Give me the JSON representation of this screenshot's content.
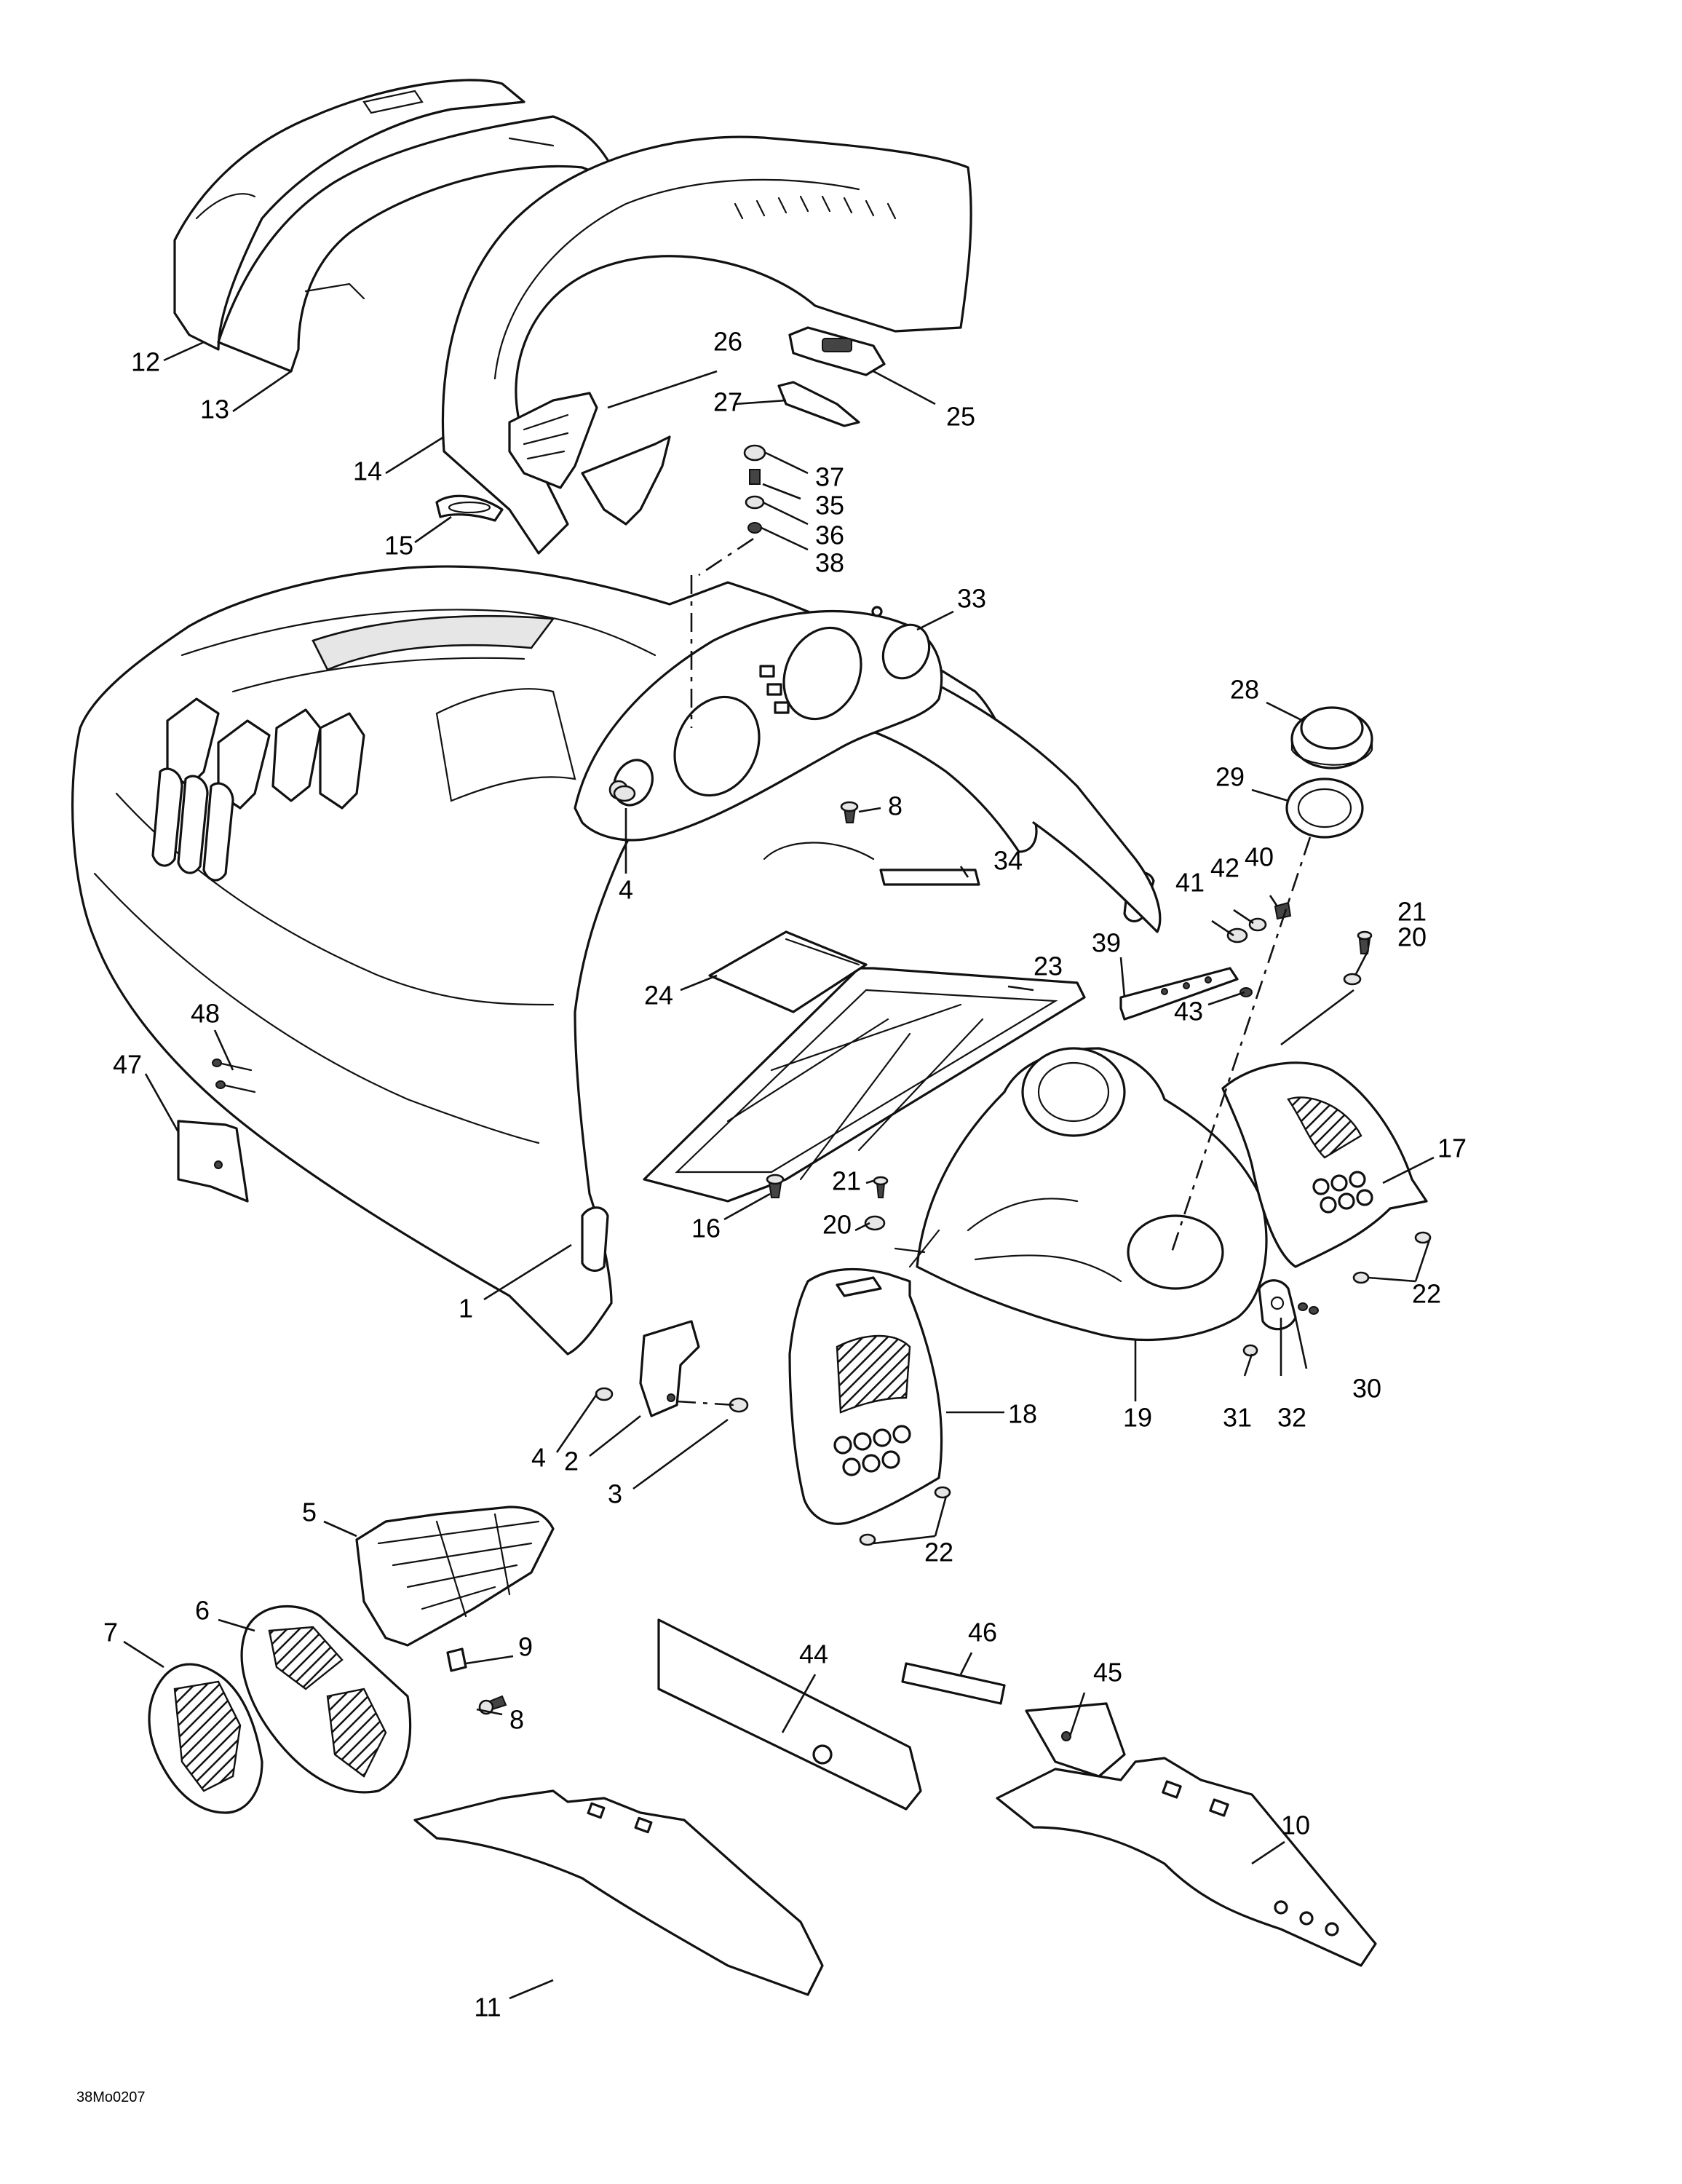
{
  "document_code": "38Mo0207",
  "callouts": [
    {
      "label": "1"
    },
    {
      "label": "2"
    },
    {
      "label": "3"
    },
    {
      "label": "4"
    },
    {
      "label": "4"
    },
    {
      "label": "5"
    },
    {
      "label": "6"
    },
    {
      "label": "7"
    },
    {
      "label": "8"
    },
    {
      "label": "8"
    },
    {
      "label": "9"
    },
    {
      "label": "10"
    },
    {
      "label": "11"
    },
    {
      "label": "12"
    },
    {
      "label": "13"
    },
    {
      "label": "14"
    },
    {
      "label": "15"
    },
    {
      "label": "16"
    },
    {
      "label": "17"
    },
    {
      "label": "18"
    },
    {
      "label": "19"
    },
    {
      "label": "20"
    },
    {
      "label": "20"
    },
    {
      "label": "21"
    },
    {
      "label": "21"
    },
    {
      "label": "22"
    },
    {
      "label": "22"
    },
    {
      "label": "23"
    },
    {
      "label": "24"
    },
    {
      "label": "25"
    },
    {
      "label": "26"
    },
    {
      "label": "27"
    },
    {
      "label": "28"
    },
    {
      "label": "29"
    },
    {
      "label": "30"
    },
    {
      "label": "31"
    },
    {
      "label": "32"
    },
    {
      "label": "33"
    },
    {
      "label": "34"
    },
    {
      "label": "35"
    },
    {
      "label": "36"
    },
    {
      "label": "37"
    },
    {
      "label": "38"
    },
    {
      "label": "39"
    },
    {
      "label": "40"
    },
    {
      "label": "41"
    },
    {
      "label": "42"
    },
    {
      "label": "43"
    },
    {
      "label": "44"
    },
    {
      "label": "45"
    },
    {
      "label": "46"
    },
    {
      "label": "47"
    },
    {
      "label": "48"
    }
  ]
}
